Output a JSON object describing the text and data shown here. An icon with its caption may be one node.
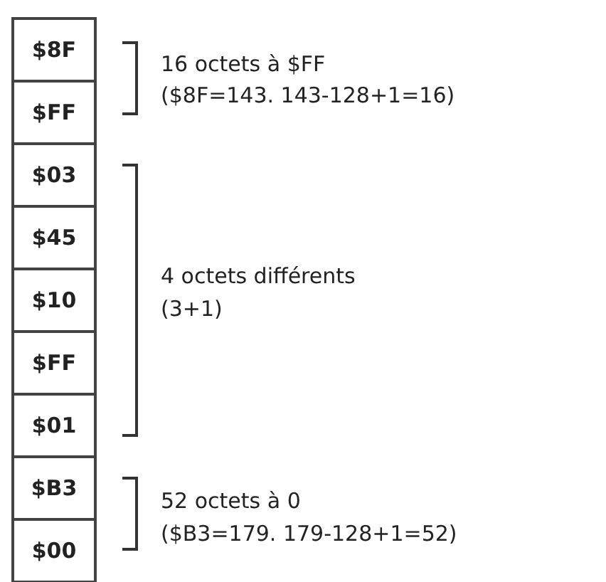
{
  "diagram": {
    "nodes": [
      {
        "text": [
          "$8F"
        ]
      },
      {
        "text": [
          "$FF"
        ]
      },
      {
        "text": [
          "$03"
        ]
      },
      {
        "text": [
          "$45"
        ]
      },
      {
        "text": [
          "$10"
        ]
      },
      {
        "text": [
          "$FF"
        ]
      },
      {
        "text": [
          "$01"
        ]
      },
      {
        "text": [
          "$B3"
        ]
      },
      {
        "text": [
          "$00"
        ]
      }
    ],
    "labels": [
      "16 octets à $FF",
      "($8F=143. 143-128+1=16)",
      "4 octets différents",
      "(3+1)",
      "52 octets à 0",
      "($B3=179. 179-128+1=52)"
    ]
  }
}
